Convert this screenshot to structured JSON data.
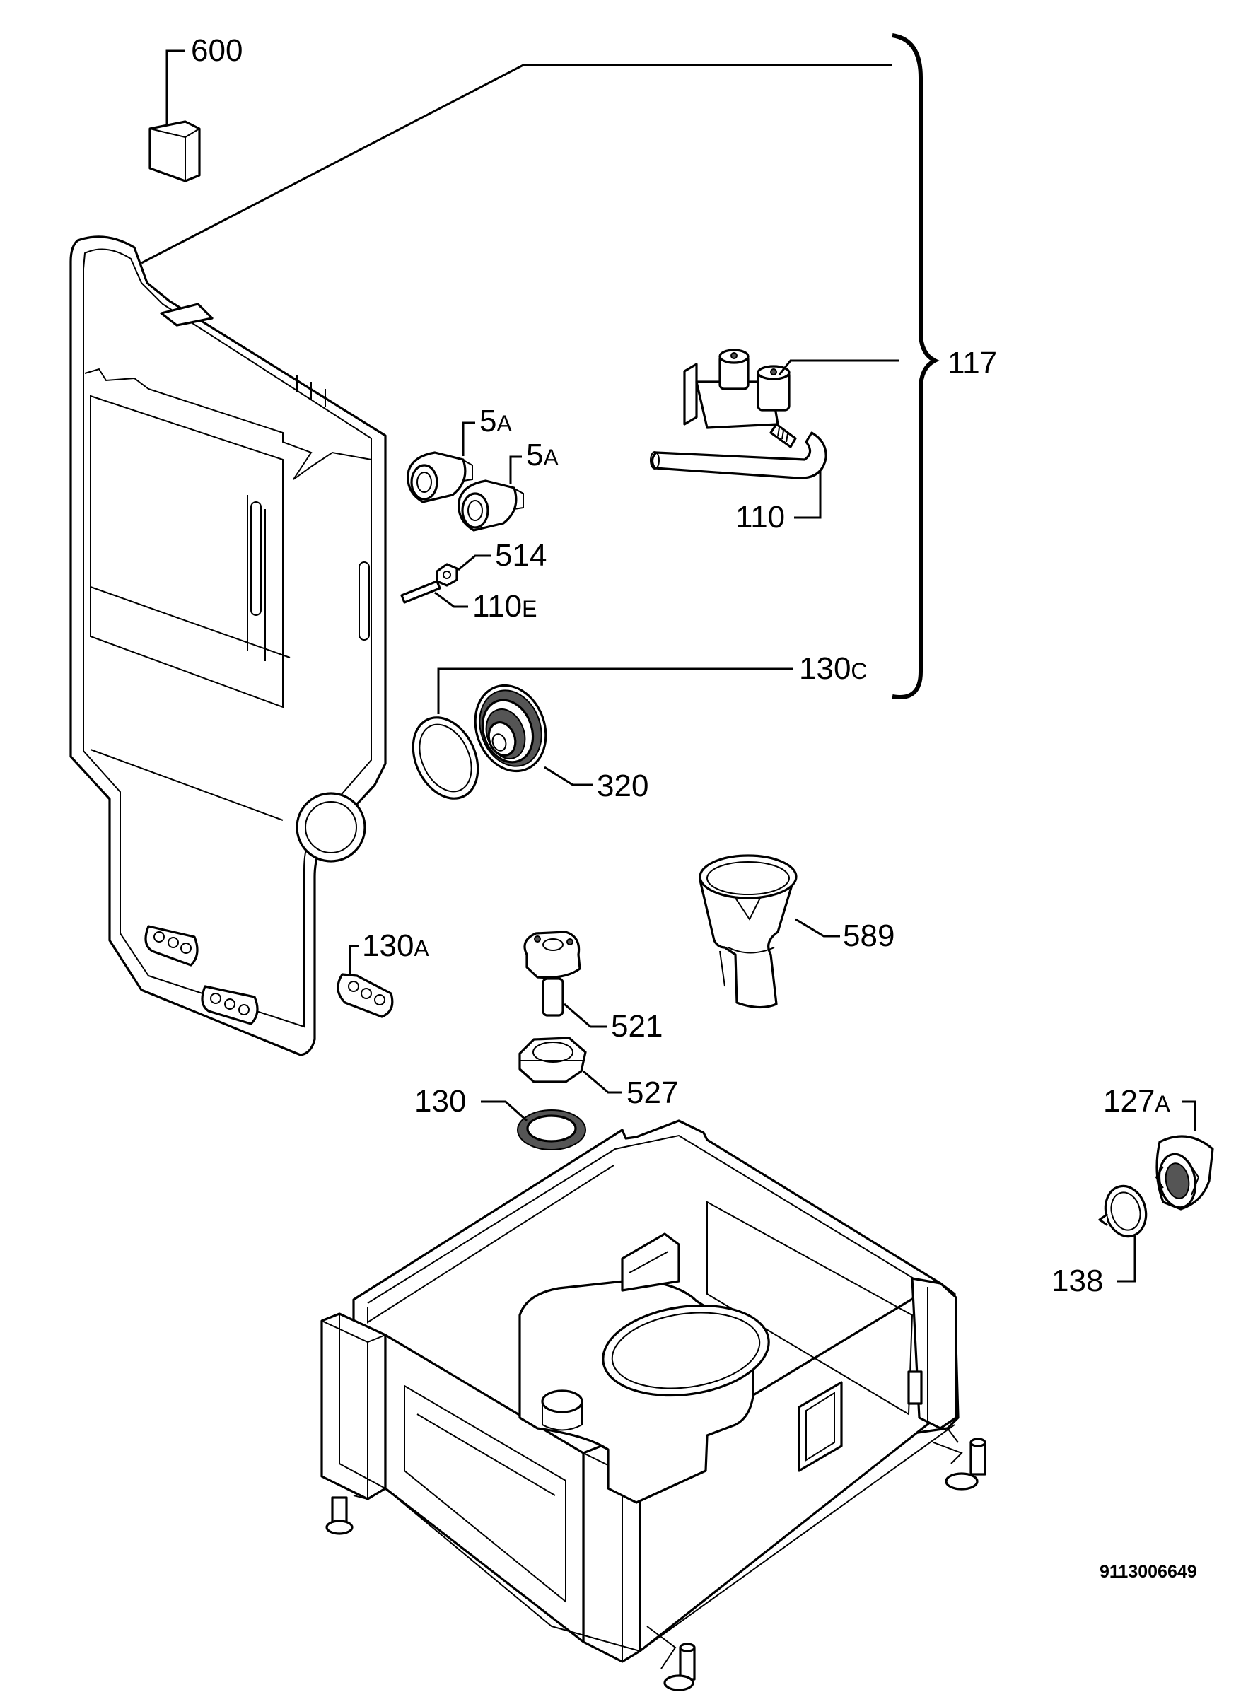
{
  "diagram_number": "9113006649",
  "labels": {
    "l600": "600",
    "l117": "117",
    "l5a_1": "5",
    "l5a_1_suffix": "A",
    "l5a_2": "5",
    "l5a_2_suffix": "A",
    "l514": "514",
    "l110e": "110",
    "l110e_suffix": "E",
    "l110": "110",
    "l130c": "130",
    "l130c_suffix": "C",
    "l320": "320",
    "l589": "589",
    "l130a": "130",
    "l130a_suffix": "A",
    "l521": "521",
    "l527": "527",
    "l130": "130",
    "l127a": "127",
    "l127a_suffix": "A",
    "l138": "138"
  }
}
